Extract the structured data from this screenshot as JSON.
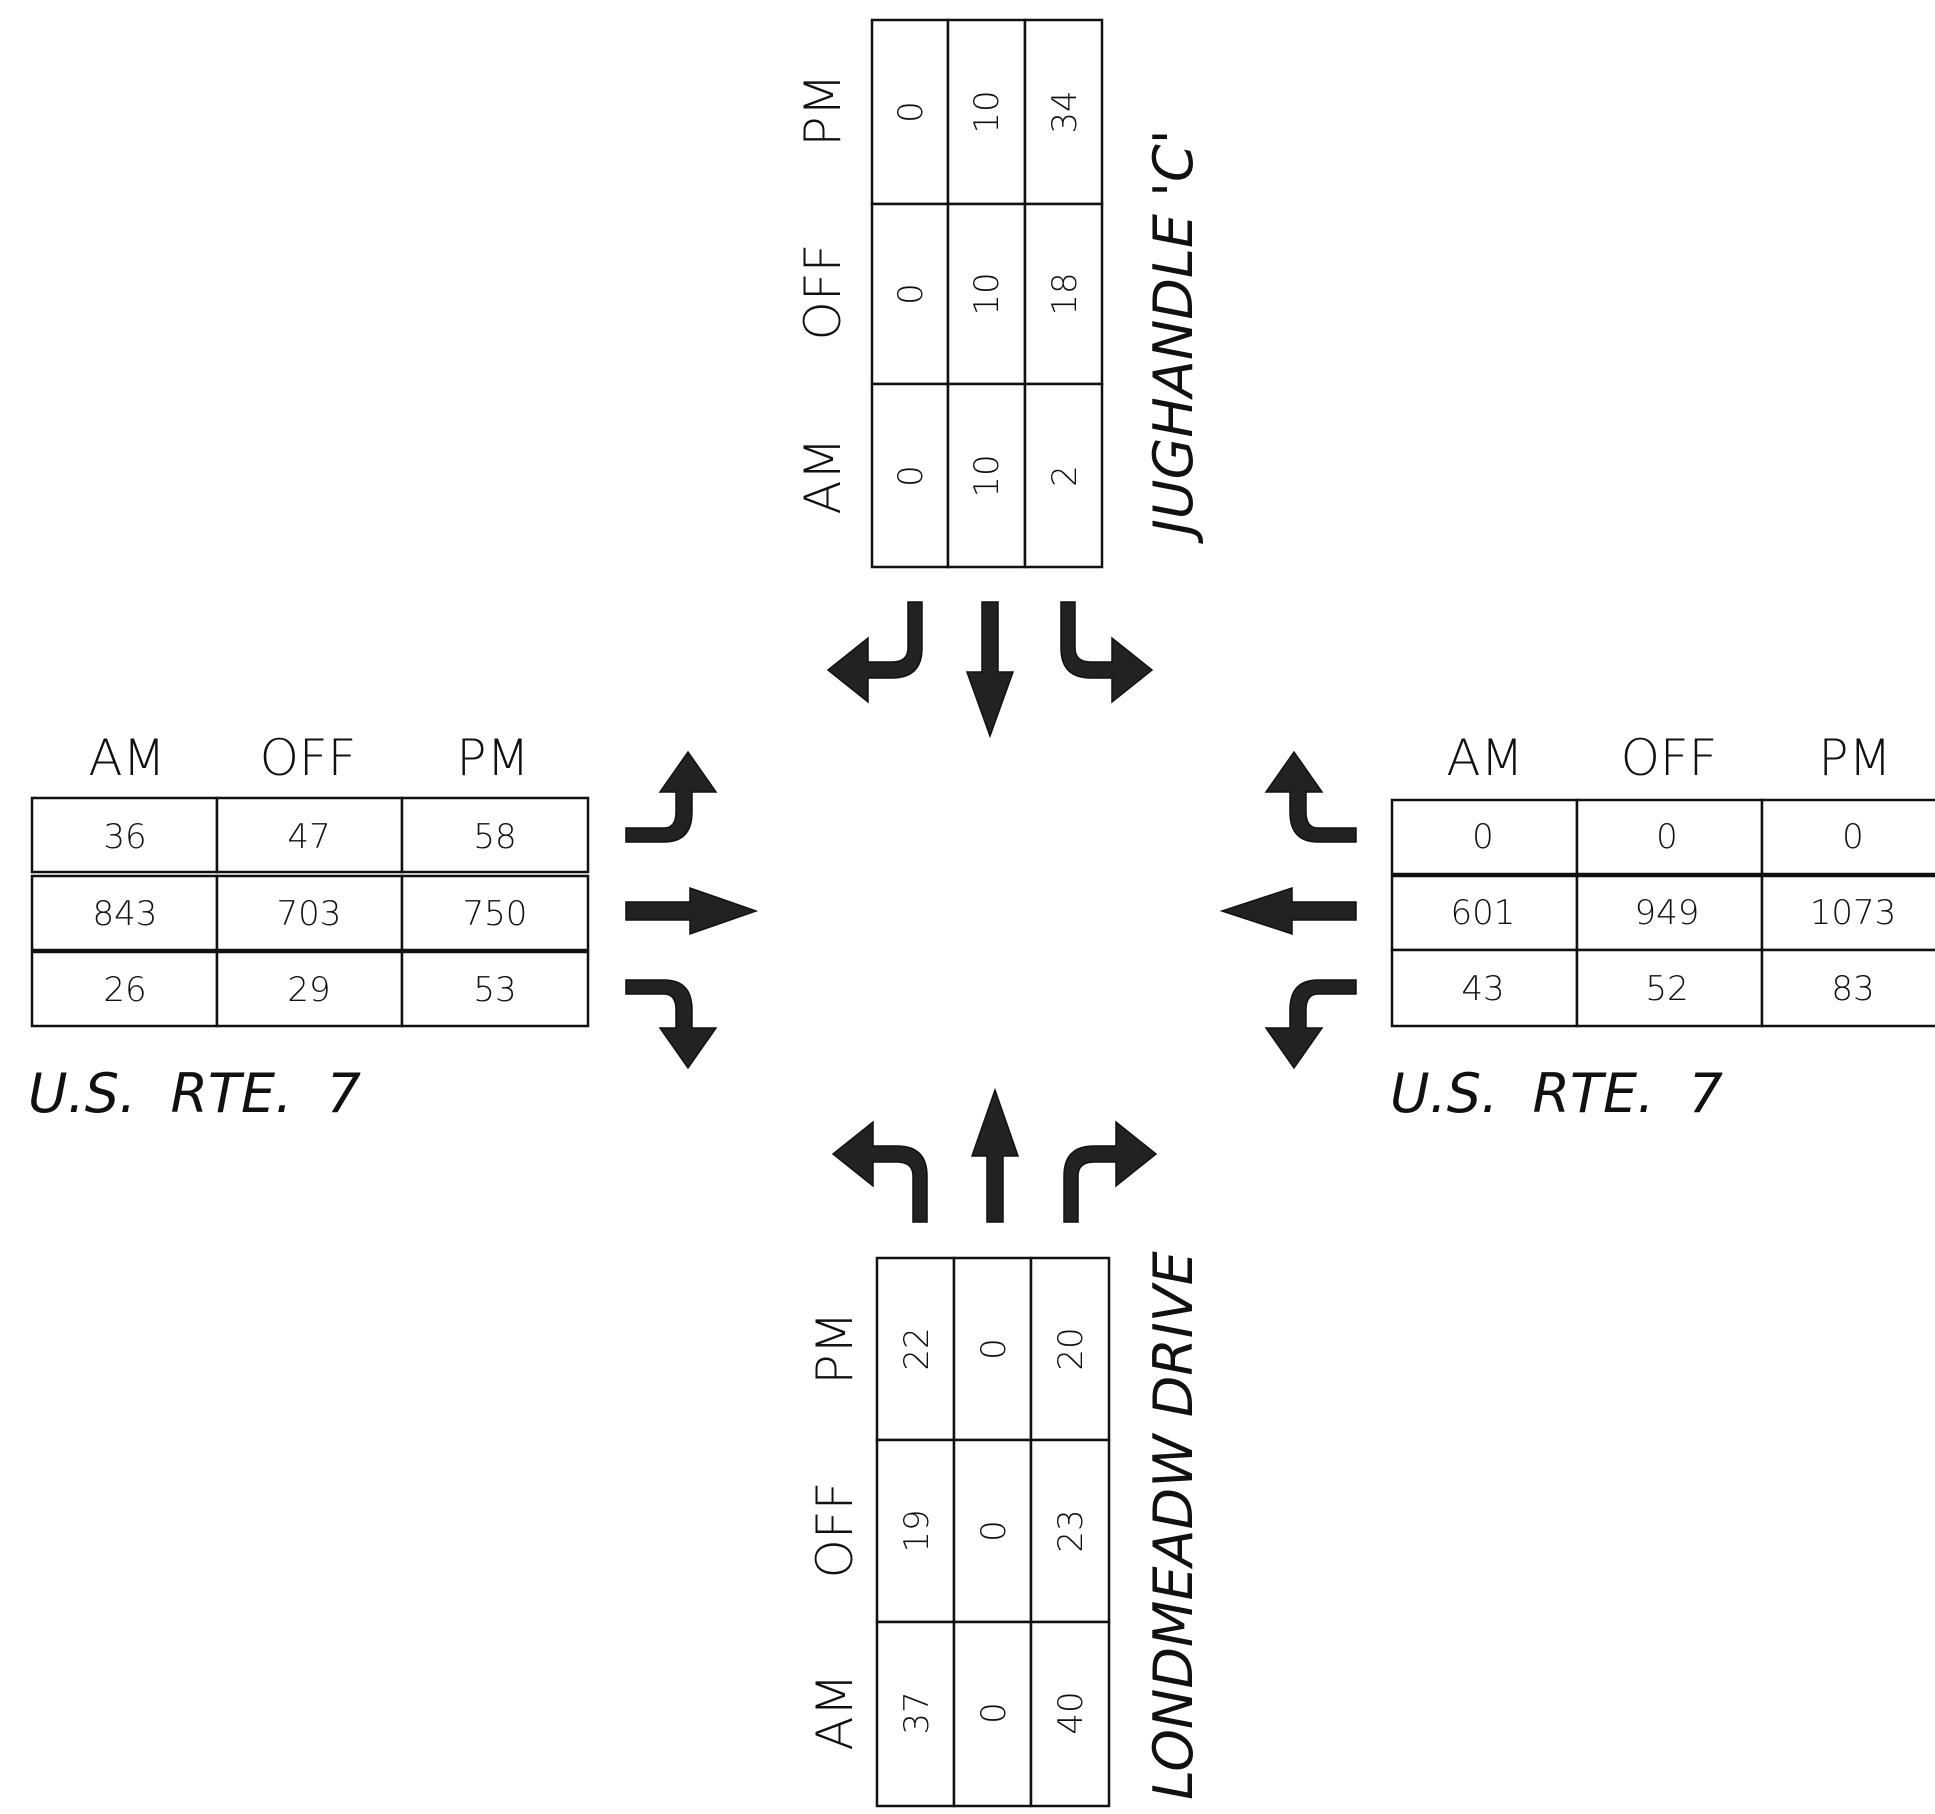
{
  "periods": [
    "AM",
    "OFF",
    "PM"
  ],
  "approaches": {
    "west": {
      "road": "U.S.  RTE.  7",
      "rows": [
        [
          "36",
          "47",
          "58"
        ],
        [
          "843",
          "703",
          "750"
        ],
        [
          "26",
          "29",
          "53"
        ]
      ]
    },
    "east": {
      "road": "U.S.  RTE.  7",
      "rows": [
        [
          "0",
          "0",
          "0"
        ],
        [
          "601",
          "949",
          "1073"
        ],
        [
          "43",
          "52",
          "83"
        ]
      ]
    },
    "north": {
      "road": "JUGHANDLE 'C'",
      "rows": [
        [
          "0",
          "0",
          "0"
        ],
        [
          "10",
          "10",
          "10"
        ],
        [
          "2",
          "18",
          "34"
        ]
      ]
    },
    "south": {
      "road": "LONDMEADW DRIVE",
      "rows": [
        [
          "37",
          "19",
          "22"
        ],
        [
          "0",
          "0",
          "0"
        ],
        [
          "40",
          "23",
          "20"
        ]
      ]
    }
  },
  "colors": {
    "ink": "#111111",
    "arrow_fill": "#222222"
  }
}
